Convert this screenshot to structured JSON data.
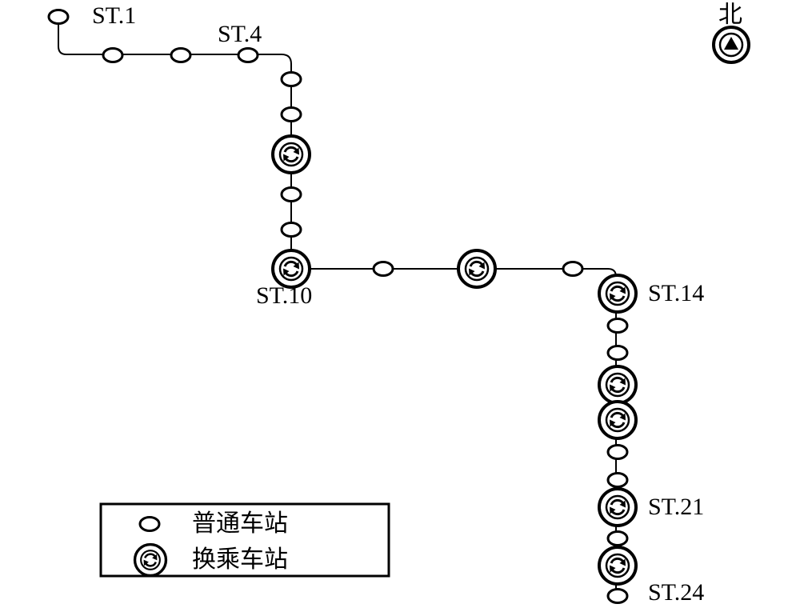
{
  "compass": {
    "label": "北"
  },
  "station_labels": {
    "st1": "ST.1",
    "st4": "ST.4",
    "st10": "ST.10",
    "st14": "ST.14",
    "st21": "ST.21",
    "st24": "ST.24"
  },
  "legend": {
    "normal_label": "普通车站",
    "transfer_label": "换乘车站"
  },
  "stations": [
    {
      "n": 1,
      "type": "normal"
    },
    {
      "n": 2,
      "type": "normal"
    },
    {
      "n": 3,
      "type": "normal"
    },
    {
      "n": 4,
      "type": "normal"
    },
    {
      "n": 5,
      "type": "normal"
    },
    {
      "n": 6,
      "type": "normal"
    },
    {
      "n": 7,
      "type": "transfer"
    },
    {
      "n": 8,
      "type": "normal"
    },
    {
      "n": 9,
      "type": "normal"
    },
    {
      "n": 10,
      "type": "transfer"
    },
    {
      "n": 11,
      "type": "normal"
    },
    {
      "n": 12,
      "type": "transfer"
    },
    {
      "n": 13,
      "type": "normal"
    },
    {
      "n": 14,
      "type": "transfer"
    },
    {
      "n": 15,
      "type": "normal"
    },
    {
      "n": 16,
      "type": "normal"
    },
    {
      "n": 17,
      "type": "transfer"
    },
    {
      "n": 18,
      "type": "transfer"
    },
    {
      "n": 19,
      "type": "normal"
    },
    {
      "n": 20,
      "type": "normal"
    },
    {
      "n": 21,
      "type": "transfer"
    },
    {
      "n": 22,
      "type": "normal"
    },
    {
      "n": 23,
      "type": "transfer"
    },
    {
      "n": 24,
      "type": "normal"
    }
  ]
}
